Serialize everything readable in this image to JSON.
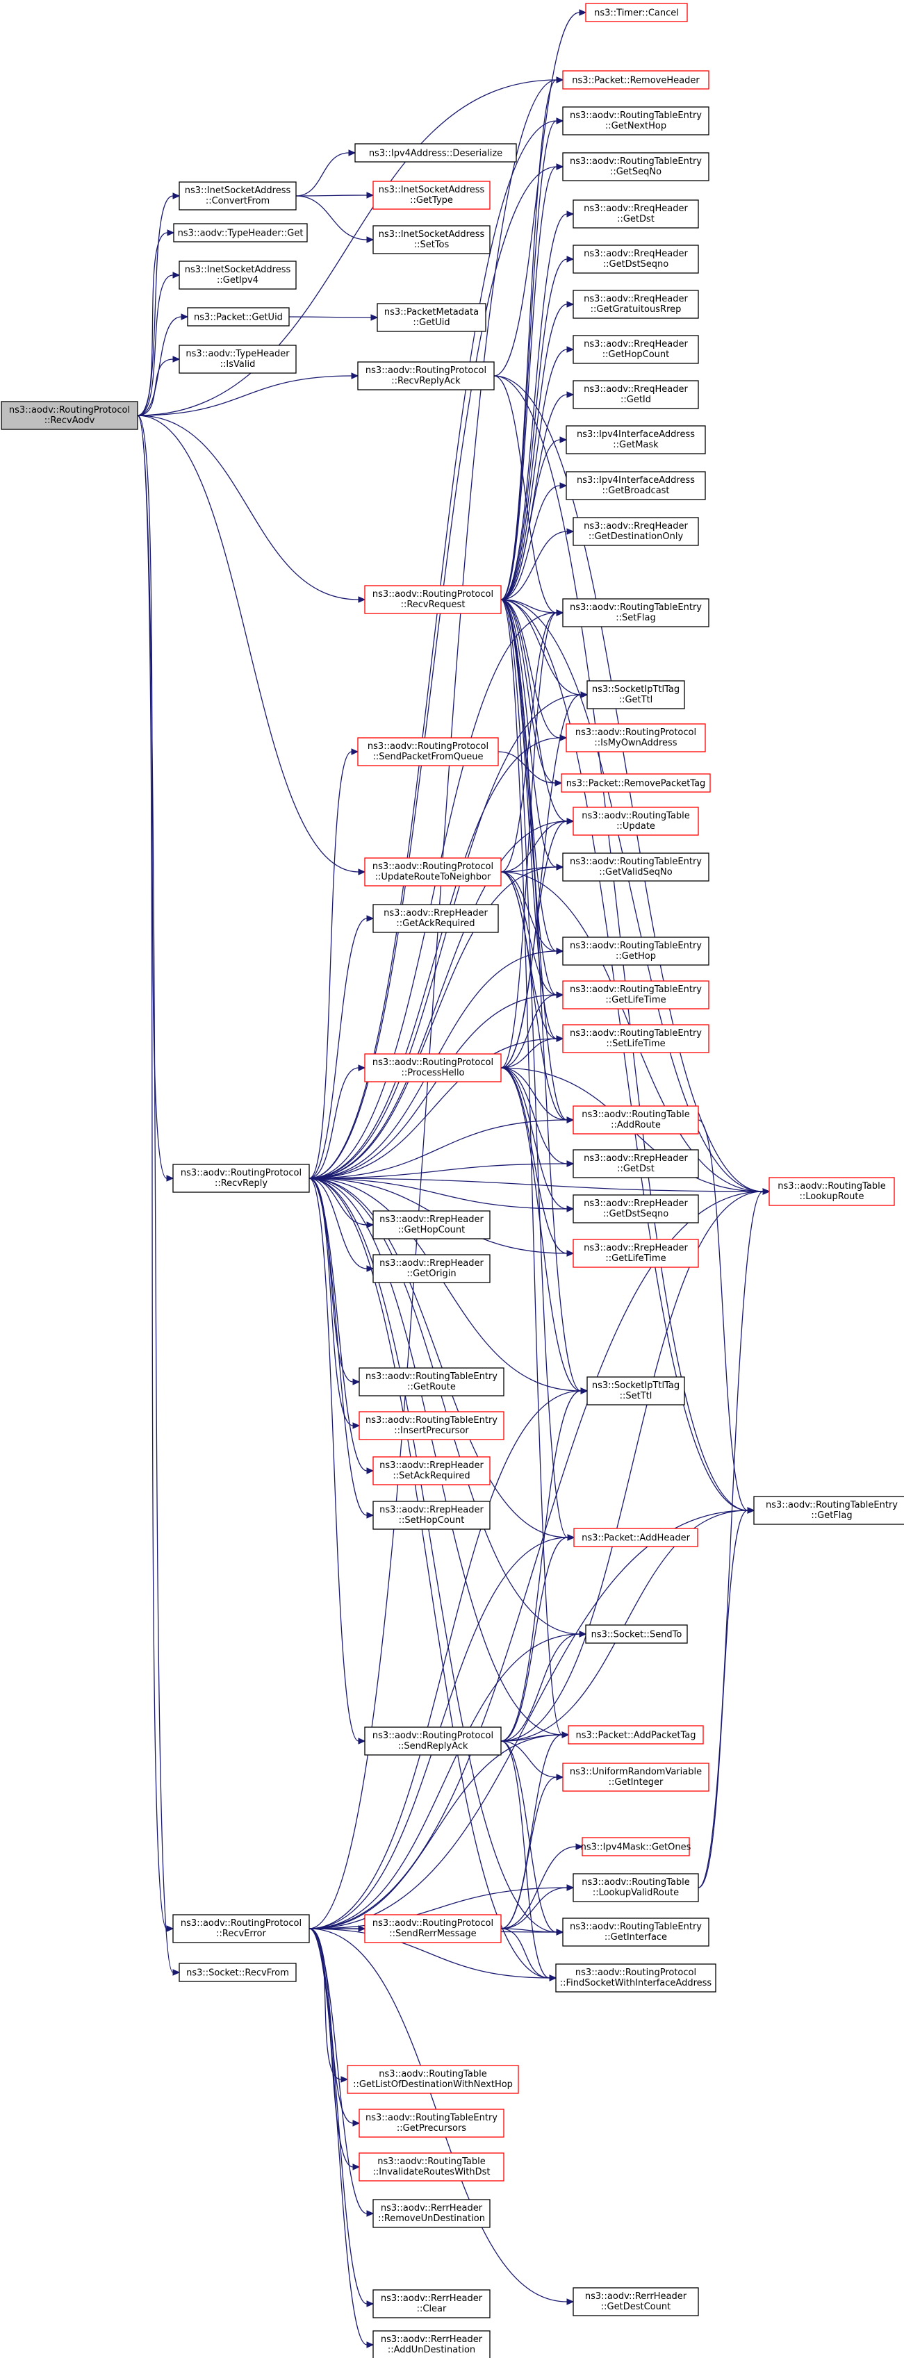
{
  "graph": {
    "root": "RecvAodv",
    "nodes": [
      {
        "id": "RecvAodv",
        "lines": [
          "ns3::aodv::RoutingProtocol",
          "::RecvAodv"
        ],
        "red": false
      },
      {
        "id": "InetConvertFrom",
        "lines": [
          "ns3::InetSocketAddress",
          "::ConvertFrom"
        ],
        "red": false
      },
      {
        "id": "TypeHeaderGet",
        "lines": [
          "ns3::aodv::TypeHeader::Get"
        ],
        "red": false
      },
      {
        "id": "InetGetIpv4",
        "lines": [
          "ns3::InetSocketAddress",
          "::GetIpv4"
        ],
        "red": false
      },
      {
        "id": "PacketGetUid",
        "lines": [
          "ns3::Packet::GetUid"
        ],
        "red": false
      },
      {
        "id": "TypeHeaderIsValid",
        "lines": [
          "ns3::aodv::TypeHeader",
          "::IsValid"
        ],
        "red": false
      },
      {
        "id": "RecvReplyAck",
        "lines": [
          "ns3::aodv::RoutingProtocol",
          "::RecvReplyAck"
        ],
        "red": false
      },
      {
        "id": "RecvRequest",
        "lines": [
          "ns3::aodv::RoutingProtocol",
          "::RecvRequest"
        ],
        "red": true
      },
      {
        "id": "SendPacketFromQueue",
        "lines": [
          "ns3::aodv::RoutingProtocol",
          "::SendPacketFromQueue"
        ],
        "red": true
      },
      {
        "id": "UpdateRouteToNeighbor",
        "lines": [
          "ns3::aodv::RoutingProtocol",
          "::UpdateRouteToNeighbor"
        ],
        "red": true
      },
      {
        "id": "RrepGetAckRequired",
        "lines": [
          "ns3::aodv::RrepHeader",
          "::GetAckRequired"
        ],
        "red": false
      },
      {
        "id": "ProcessHello",
        "lines": [
          "ns3::aodv::RoutingProtocol",
          "::ProcessHello"
        ],
        "red": true
      },
      {
        "id": "RecvReply",
        "lines": [
          "ns3::aodv::RoutingProtocol",
          "::RecvReply"
        ],
        "red": false
      },
      {
        "id": "RrepGetHopCount",
        "lines": [
          "ns3::aodv::RrepHeader",
          "::GetHopCount"
        ],
        "red": false
      },
      {
        "id": "RrepGetOrigin",
        "lines": [
          "ns3::aodv::RrepHeader",
          "::GetOrigin"
        ],
        "red": false
      },
      {
        "id": "RteGetRoute",
        "lines": [
          "ns3::aodv::RoutingTableEntry",
          "::GetRoute"
        ],
        "red": false
      },
      {
        "id": "RteInsertPrecursor",
        "lines": [
          "ns3::aodv::RoutingTableEntry",
          "::InsertPrecursor"
        ],
        "red": true
      },
      {
        "id": "RrepSetAckRequired",
        "lines": [
          "ns3::aodv::RrepHeader",
          "::SetAckRequired"
        ],
        "red": true
      },
      {
        "id": "RrepSetHopCount",
        "lines": [
          "ns3::aodv::RrepHeader",
          "::SetHopCount"
        ],
        "red": false
      },
      {
        "id": "SendReplyAck",
        "lines": [
          "ns3::aodv::RoutingProtocol",
          "::SendReplyAck"
        ],
        "red": false
      },
      {
        "id": "RecvError",
        "lines": [
          "ns3::aodv::RoutingProtocol",
          "::RecvError"
        ],
        "red": false
      },
      {
        "id": "SendRerrMessage",
        "lines": [
          "ns3::aodv::RoutingProtocol",
          "::SendRerrMessage"
        ],
        "red": true
      },
      {
        "id": "SocketRecvFrom",
        "lines": [
          "ns3::Socket::RecvFrom"
        ],
        "red": false
      },
      {
        "id": "RtGetListOfDest",
        "lines": [
          "ns3::aodv::RoutingTable",
          "::GetListOfDestinationWithNextHop"
        ],
        "red": true
      },
      {
        "id": "RteGetPrecursors",
        "lines": [
          "ns3::aodv::RoutingTableEntry",
          "::GetPrecursors"
        ],
        "red": true
      },
      {
        "id": "RtInvalidateRoutes",
        "lines": [
          "ns3::aodv::RoutingTable",
          "::InvalidateRoutesWithDst"
        ],
        "red": true
      },
      {
        "id": "RerrRemoveUnDest",
        "lines": [
          "ns3::aodv::RerrHeader",
          "::RemoveUnDestination"
        ],
        "red": false
      },
      {
        "id": "RerrClear",
        "lines": [
          "ns3::aodv::RerrHeader",
          "::Clear"
        ],
        "red": false
      },
      {
        "id": "RerrAddUnDest",
        "lines": [
          "ns3::aodv::RerrHeader",
          "::AddUnDestination"
        ],
        "red": false
      },
      {
        "id": "Ipv4Deserialize",
        "lines": [
          "ns3::Ipv4Address::Deserialize"
        ],
        "red": false
      },
      {
        "id": "InetGetType",
        "lines": [
          "ns3::InetSocketAddress",
          "::GetType"
        ],
        "red": true
      },
      {
        "id": "InetSetTos",
        "lines": [
          "ns3::InetSocketAddress",
          "::SetTos"
        ],
        "red": false
      },
      {
        "id": "MetaGetUid",
        "lines": [
          "ns3::PacketMetadata",
          "::GetUid"
        ],
        "red": false
      },
      {
        "id": "TimerCancel",
        "lines": [
          "ns3::Timer::Cancel"
        ],
        "red": true
      },
      {
        "id": "PacketRemoveHeader",
        "lines": [
          "ns3::Packet::RemoveHeader"
        ],
        "red": true
      },
      {
        "id": "RteGetNextHop",
        "lines": [
          "ns3::aodv::RoutingTableEntry",
          "::GetNextHop"
        ],
        "red": false
      },
      {
        "id": "RteGetSeqNo",
        "lines": [
          "ns3::aodv::RoutingTableEntry",
          "::GetSeqNo"
        ],
        "red": false
      },
      {
        "id": "RreqGetDst",
        "lines": [
          "ns3::aodv::RreqHeader",
          "::GetDst"
        ],
        "red": false
      },
      {
        "id": "RreqGetDstSeqno",
        "lines": [
          "ns3::aodv::RreqHeader",
          "::GetDstSeqno"
        ],
        "red": false
      },
      {
        "id": "RreqGetGratuitous",
        "lines": [
          "ns3::aodv::RreqHeader",
          "::GetGratuitousRrep"
        ],
        "red": false
      },
      {
        "id": "RreqGetHopCount",
        "lines": [
          "ns3::aodv::RreqHeader",
          "::GetHopCount"
        ],
        "red": false
      },
      {
        "id": "RreqGetId",
        "lines": [
          "ns3::aodv::RreqHeader",
          "::GetId"
        ],
        "red": false
      },
      {
        "id": "IfaceGetMask",
        "lines": [
          "ns3::Ipv4InterfaceAddress",
          "::GetMask"
        ],
        "red": false
      },
      {
        "id": "IfaceGetBroadcast",
        "lines": [
          "ns3::Ipv4InterfaceAddress",
          "::GetBroadcast"
        ],
        "red": false
      },
      {
        "id": "RreqGetDestOnly",
        "lines": [
          "ns3::aodv::RreqHeader",
          "::GetDestinationOnly"
        ],
        "red": false
      },
      {
        "id": "RteSetFlag",
        "lines": [
          "ns3::aodv::RoutingTableEntry",
          "::SetFlag"
        ],
        "red": false
      },
      {
        "id": "TtlGetTtl",
        "lines": [
          "ns3::SocketIpTtlTag",
          "::GetTtl"
        ],
        "red": false
      },
      {
        "id": "IsMyOwnAddress",
        "lines": [
          "ns3::aodv::RoutingProtocol",
          "::IsMyOwnAddress"
        ],
        "red": true
      },
      {
        "id": "PacketRemovePacketTag",
        "lines": [
          "ns3::Packet::RemovePacketTag"
        ],
        "red": true
      },
      {
        "id": "RtUpdate",
        "lines": [
          "ns3::aodv::RoutingTable",
          "::Update"
        ],
        "red": true
      },
      {
        "id": "RteGetValidSeqNo",
        "lines": [
          "ns3::aodv::RoutingTableEntry",
          "::GetValidSeqNo"
        ],
        "red": false
      },
      {
        "id": "RteGetHop",
        "lines": [
          "ns3::aodv::RoutingTableEntry",
          "::GetHop"
        ],
        "red": false
      },
      {
        "id": "RteGetLifeTime",
        "lines": [
          "ns3::aodv::RoutingTableEntry",
          "::GetLifeTime"
        ],
        "red": true
      },
      {
        "id": "RteSetLifeTime",
        "lines": [
          "ns3::aodv::RoutingTableEntry",
          "::SetLifeTime"
        ],
        "red": true
      },
      {
        "id": "RtAddRoute",
        "lines": [
          "ns3::aodv::RoutingTable",
          "::AddRoute"
        ],
        "red": true
      },
      {
        "id": "RrepGetDst",
        "lines": [
          "ns3::aodv::RrepHeader",
          "::GetDst"
        ],
        "red": false
      },
      {
        "id": "RrepGetDstSeqno",
        "lines": [
          "ns3::aodv::RrepHeader",
          "::GetDstSeqno"
        ],
        "red": false
      },
      {
        "id": "RrepGetLifeTime",
        "lines": [
          "ns3::aodv::RrepHeader",
          "::GetLifeTime"
        ],
        "red": true
      },
      {
        "id": "TtlSetTtl",
        "lines": [
          "ns3::SocketIpTtlTag",
          "::SetTtl"
        ],
        "red": false
      },
      {
        "id": "PacketAddHeader",
        "lines": [
          "ns3::Packet::AddHeader"
        ],
        "red": true
      },
      {
        "id": "SocketSendTo",
        "lines": [
          "ns3::Socket::SendTo"
        ],
        "red": false
      },
      {
        "id": "PacketAddPacketTag",
        "lines": [
          "ns3::Packet::AddPacketTag"
        ],
        "red": true
      },
      {
        "id": "UrvGetInteger",
        "lines": [
          "ns3::UniformRandomVariable",
          "::GetInteger"
        ],
        "red": true
      },
      {
        "id": "MaskGetOnes",
        "lines": [
          "ns3::Ipv4Mask::GetOnes"
        ],
        "red": true
      },
      {
        "id": "RtLookupValidRoute",
        "lines": [
          "ns3::aodv::RoutingTable",
          "::LookupValidRoute"
        ],
        "red": false
      },
      {
        "id": "RteGetInterface",
        "lines": [
          "ns3::aodv::RoutingTableEntry",
          "::GetInterface"
        ],
        "red": false
      },
      {
        "id": "FindSocket",
        "lines": [
          "ns3::aodv::RoutingProtocol",
          "::FindSocketWithInterfaceAddress"
        ],
        "red": false
      },
      {
        "id": "RerrGetDestCount",
        "lines": [
          "ns3::aodv::RerrHeader",
          "::GetDestCount"
        ],
        "red": false
      },
      {
        "id": "RtLookupRoute",
        "lines": [
          "ns3::aodv::RoutingTable",
          "::LookupRoute"
        ],
        "red": true
      },
      {
        "id": "RteGetFlag",
        "lines": [
          "ns3::aodv::RoutingTableEntry",
          "::GetFlag"
        ],
        "red": false
      }
    ]
  }
}
